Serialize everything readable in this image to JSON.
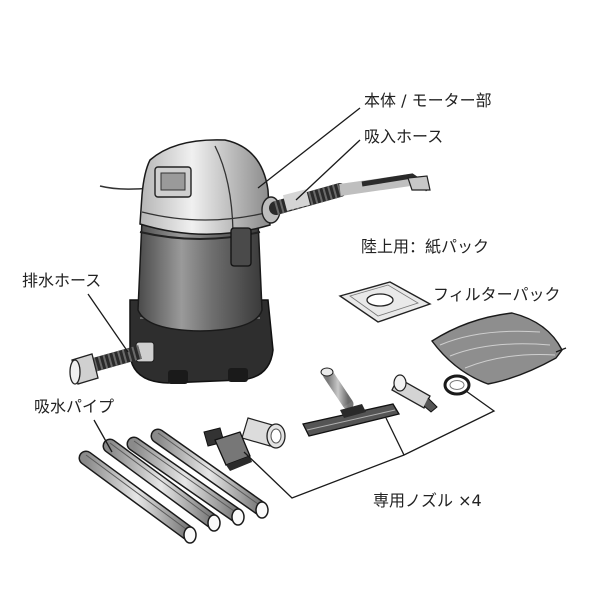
{
  "labels": {
    "body_motor": "本体 / モーター部",
    "suction_hose": "吸入ホース",
    "drain_hose": "排水ホース",
    "paper_pack": "陸上用：紙パック",
    "filter_pack": "フィルターパック",
    "suction_pipe": "吸水パイプ",
    "nozzles": "専用ノズル ×4"
  },
  "colors": {
    "line": "#1a1a1a",
    "body_dark": "#3a3a3a",
    "body_mid": "#7d7d7d",
    "body_light": "#c9c9c9",
    "fill_light": "#e9e9e9",
    "text": "#222222"
  }
}
